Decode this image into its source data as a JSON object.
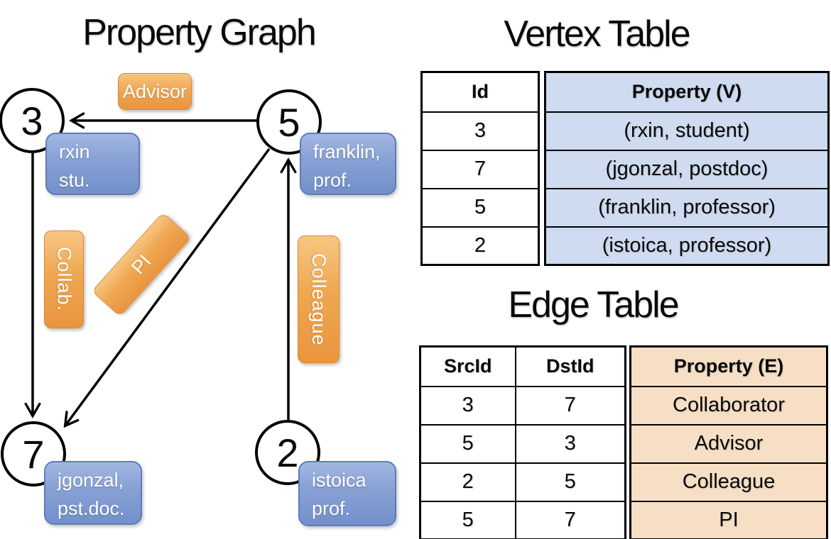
{
  "graph": {
    "title": "Property Graph",
    "nodes": [
      {
        "id": "3",
        "label_lines": [
          "rxin",
          "stu."
        ]
      },
      {
        "id": "5",
        "label_lines": [
          "franklin,",
          "prof."
        ]
      },
      {
        "id": "7",
        "label_lines": [
          "jgonzal,",
          "pst.doc."
        ]
      },
      {
        "id": "2",
        "label_lines": [
          "istoica",
          "prof."
        ]
      }
    ],
    "edge_labels": [
      "Advisor",
      "Collab.",
      "PI",
      "Colleague"
    ],
    "edges": [
      {
        "src": "5",
        "dst": "3",
        "label": "Advisor"
      },
      {
        "src": "3",
        "dst": "7",
        "label": "Collab."
      },
      {
        "src": "5",
        "dst": "7",
        "label": "PI"
      },
      {
        "src": "2",
        "dst": "5",
        "label": "Colleague"
      }
    ]
  },
  "vertex_table": {
    "title": "Vertex Table",
    "columns": [
      "Id",
      "Property (V)"
    ],
    "rows": [
      [
        "3",
        "(rxin, student)"
      ],
      [
        "7",
        "(jgonzal, postdoc)"
      ],
      [
        "5",
        "(franklin, professor)"
      ],
      [
        "2",
        "(istoica, professor)"
      ]
    ]
  },
  "edge_table": {
    "title": "Edge Table",
    "columns": [
      "SrcId",
      "DstId",
      "Property (E)"
    ],
    "rows": [
      [
        "3",
        "7",
        "Collaborator"
      ],
      [
        "5",
        "3",
        "Advisor"
      ],
      [
        "2",
        "5",
        "Colleague"
      ],
      [
        "5",
        "7",
        "PI"
      ]
    ]
  },
  "colors": {
    "orange_accent": "#efa751",
    "blue_accent": "#7390cc",
    "vertex_property_fill": "#cedbf0",
    "edge_property_fill": "#f6dfc5",
    "line_color": "#000000"
  }
}
